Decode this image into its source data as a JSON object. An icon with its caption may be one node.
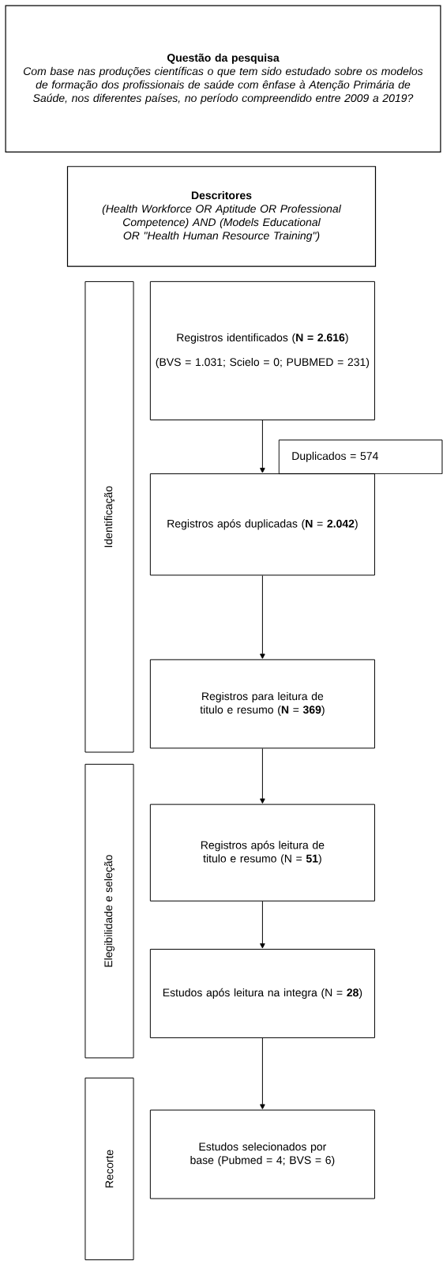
{
  "diagram": {
    "nodes": [
      {
        "text": [
          "Questão da pesquisa",
          "Com base nas produções científicas o que tem sido estudado sobre os modelos de formação dos profissionais de saúde com ênfase à Atenção Primária de Saúde, nos diferentes países, no período compreendido entre 2009 a 2019?"
        ]
      },
      {
        "text": [
          "Descritores",
          "(Health Workforce OR Aptitude OR Professional Competence) AND  (Models Educational OR \"Health Human Resource Training\")"
        ]
      },
      {
        "text": [
          "Identificação"
        ]
      },
      {
        "text": [
          "Registros identificados (**N = 2.616**)",
          "(BVS = 1.031; Scielo = 0; PUBMED = 231)"
        ]
      },
      {
        "text": [
          "Duplicados = 574"
        ]
      },
      {
        "text": [
          "Registros após duplicadas (**N** = **2.042**)"
        ]
      },
      {
        "text": [
          "Registros para leitura de titulo e resumo (**N** = **369**)"
        ]
      },
      {
        "text": [
          "Elegibilidade e seleção"
        ]
      },
      {
        "text": [
          "Registros após leitura de titulo e resumo (N = **51**)"
        ]
      },
      {
        "text": [
          "Estudos após leitura na integra (N = **28**)"
        ]
      },
      {
        "text": [
          "Recorte"
        ]
      },
      {
        "text": [
          "Estudos selecionados por base (Pubmed = 4; BVS = 6)"
        ]
      }
    ],
    "edges": [
      {
        "from": 3,
        "to": 5,
        "arrow": "to"
      },
      {
        "from": 5,
        "to": 6,
        "arrow": "to"
      },
      {
        "from": 6,
        "to": 8,
        "arrow": "to"
      },
      {
        "from": 8,
        "to": 9,
        "arrow": "to"
      },
      {
        "from": 9,
        "to": 11,
        "arrow": "to"
      }
    ]
  }
}
